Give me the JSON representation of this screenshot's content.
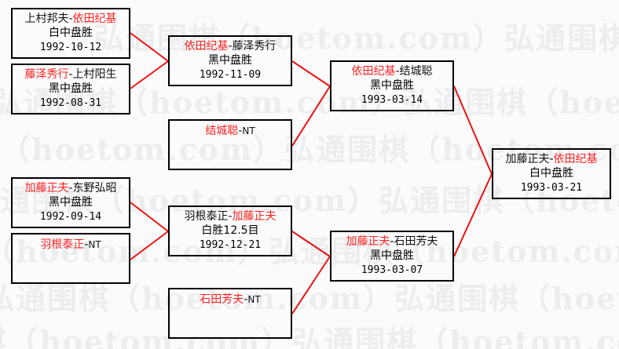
{
  "diagram": {
    "type": "tournament-bracket",
    "title": "Go tournament bracket",
    "watermark_text": "弘通围棋（hoetom.com）",
    "colors": {
      "winner": "#ff2020",
      "loser": "#111111",
      "connector": "#ee1111",
      "box_border": "#000000",
      "background": "#fbfbfb",
      "watermark": "#ecedef"
    },
    "nodes": [
      {
        "id": "r1m1",
        "winner": "依田纪基",
        "loser": "上村邦夫",
        "order": "loser-first",
        "pair": "上村邦夫-依田纪基",
        "result": "白中盘胜",
        "date": "1992-10-12"
      },
      {
        "id": "r1m2",
        "winner": "藤泽秀行",
        "loser": "上村阳生",
        "order": "winner-first",
        "pair": "藤泽秀行-上村阳生",
        "result": "黑中盘胜",
        "date": "1992-08-31"
      },
      {
        "id": "r2m1",
        "winner": "依田纪基",
        "loser": "藤泽秀行",
        "order": "winner-first",
        "pair": "依田纪基-藤泽秀行",
        "result": "黑中盘胜",
        "date": "1992-11-09"
      },
      {
        "id": "r2m2",
        "winner": "结城聪",
        "loser": "",
        "order": "winner-first",
        "pair": "结城聪-NT",
        "result": "",
        "date": "",
        "stub": true
      },
      {
        "id": "r3m1",
        "winner": "依田纪基",
        "loser": "结城聪",
        "order": "winner-first",
        "pair": "依田纪基-结城聪",
        "result": "黑中盘胜",
        "date": "1993-03-14"
      },
      {
        "id": "r1m3",
        "winner": "加藤正夫",
        "loser": "东野弘昭",
        "order": "winner-first",
        "pair": "加藤正夫-东野弘昭",
        "result": "黑中盘胜",
        "date": "1992-09-14"
      },
      {
        "id": "r1m4",
        "winner": "羽根泰正",
        "loser": "",
        "order": "winner-first",
        "pair": "羽根泰正-NT",
        "result": "",
        "date": "",
        "stub": true
      },
      {
        "id": "r2m3",
        "winner": "加藤正夫",
        "loser": "羽根泰正",
        "order": "loser-first",
        "pair": "羽根泰正-加藤正夫",
        "result": "白胜12.5目",
        "date": "1992-12-21"
      },
      {
        "id": "r2m4",
        "winner": "石田芳夫",
        "loser": "",
        "order": "winner-first",
        "pair": "石田芳夫-NT",
        "result": "",
        "date": "",
        "stub": true
      },
      {
        "id": "r3m2",
        "winner": "加藤正夫",
        "loser": "石田芳夫",
        "order": "winner-first",
        "pair": "加藤正夫-石田芳夫",
        "result": "黑中盘胜",
        "date": "1993-03-07"
      },
      {
        "id": "final",
        "winner": "依田纪基",
        "loser": "加藤正夫",
        "order": "loser-first",
        "pair": "加藤正夫-依田纪基",
        "result": "白中盘胜",
        "date": "1993-03-21"
      }
    ]
  },
  "boxes": {
    "r1m1": {
      "loser": "上村邦夫",
      "sep": "-",
      "winner": "依田纪基",
      "result": "白中盘胜",
      "date": "1992-10-12"
    },
    "r1m2": {
      "winner": "藤泽秀行",
      "sep": "-",
      "loser": "上村阳生",
      "result": "黑中盘胜",
      "date": "1992-08-31"
    },
    "r2m1": {
      "winner": "依田纪基",
      "sep": "-",
      "loser": "藤泽秀行",
      "result": "黑中盘胜",
      "date": "1992-11-09"
    },
    "r2m2": {
      "winner": "结城聪",
      "sep": "-",
      "nt": "NT"
    },
    "r3m1": {
      "winner": "依田纪基",
      "sep": "-",
      "loser": "结城聪",
      "result": "黑中盘胜",
      "date": "1993-03-14"
    },
    "r1m3": {
      "winner": "加藤正夫",
      "sep": "-",
      "loser": "东野弘昭",
      "result": "黑中盘胜",
      "date": "1992-09-14"
    },
    "r1m4": {
      "winner": "羽根泰正",
      "sep": "-",
      "nt": "NT"
    },
    "r2m3": {
      "loser": "羽根泰正",
      "sep": "-",
      "winner": "加藤正夫",
      "result": "白胜12.5目",
      "date": "1992-12-21"
    },
    "r2m4": {
      "winner": "石田芳夫",
      "sep": "-",
      "nt": "NT"
    },
    "r3m2": {
      "winner": "加藤正夫",
      "sep": "-",
      "loser": "石田芳夫",
      "result": "黑中盘胜",
      "date": "1993-03-07"
    },
    "final": {
      "loser": "加藤正夫",
      "sep": "-",
      "winner": "依田纪基",
      "result": "白中盘胜",
      "date": "1993-03-21"
    }
  },
  "watermark": {
    "line": "弘通围棋（hoetom.com）弘通围棋（hoetom.com）"
  }
}
